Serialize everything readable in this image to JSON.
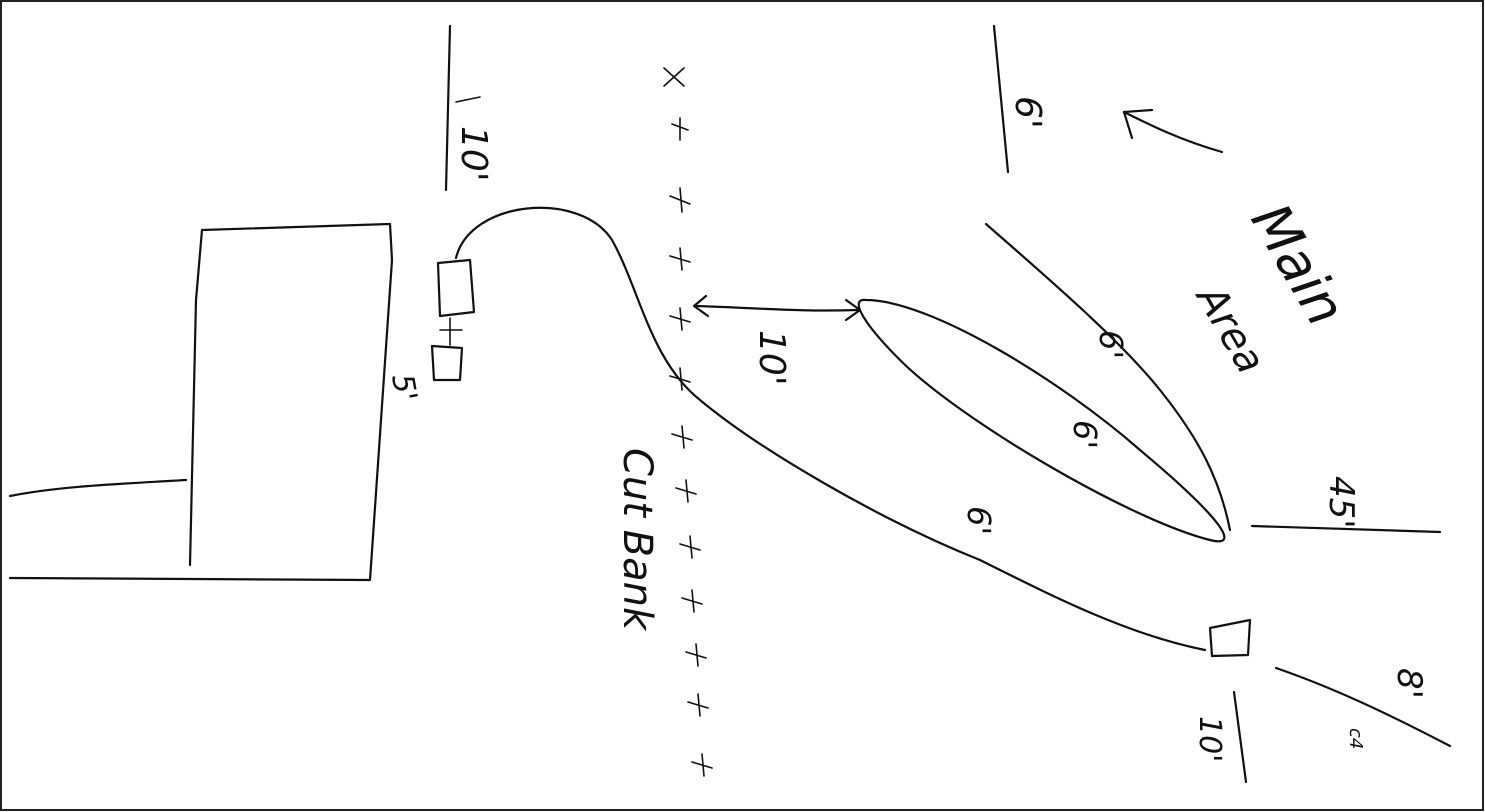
{
  "labels": {
    "top_dim": "10'",
    "right_top_dim": "6'",
    "building_dim": "5'",
    "gap_dim": "10'",
    "pond_dim_upper": "6'",
    "pond_dim_mid": "6'",
    "pond_dim_lower": "6'",
    "cut_bank": "Cut Bank",
    "main_area_line1": "Main",
    "main_area_line2": "Area",
    "right_dim_45": "45'",
    "lower_right_dim": "8'",
    "bottom_right_dim": "10'",
    "tiny_note": "c4"
  },
  "colors": {
    "ink": "#111111",
    "paper": "#ffffff"
  }
}
